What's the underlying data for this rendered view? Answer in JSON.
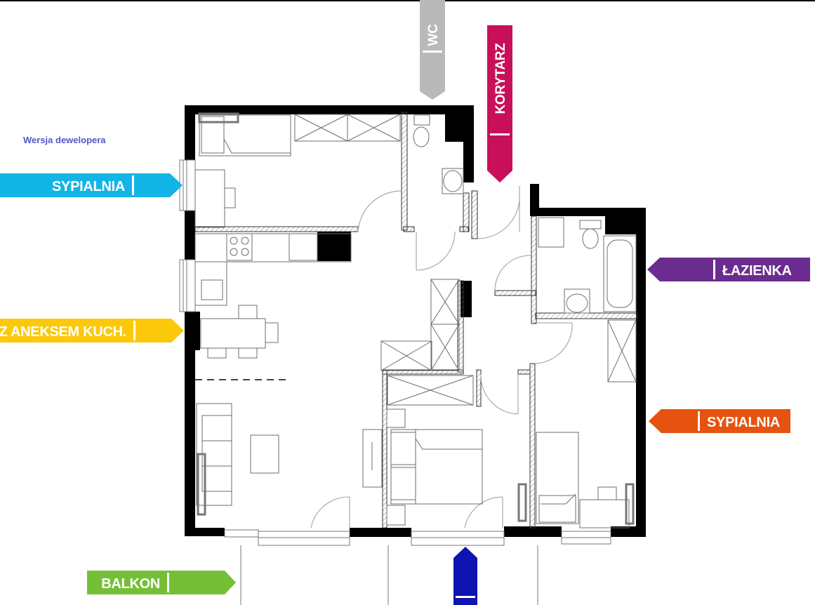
{
  "version_label": "Wersja dewelopera",
  "labels": {
    "wc": "WC",
    "korytarz": "KORYTARZ",
    "sypialnia_left": "SYPIALNIA",
    "lazienka": "ŁAZIENKA",
    "aneks": "Z ANEKSEM KUCH.",
    "sypialnia_right": "SYPIALNIA",
    "balkon": "BALKON"
  },
  "colors": {
    "wc": "#b9b9b9",
    "korytarz": "#c8105a",
    "sypialnia_left": "#13b4e6",
    "lazienka": "#6a2c8e",
    "aneks": "#fcc80a",
    "sypialnia_right": "#e6520f",
    "balkon": "#74bf36",
    "entry": "#0d14b0"
  }
}
